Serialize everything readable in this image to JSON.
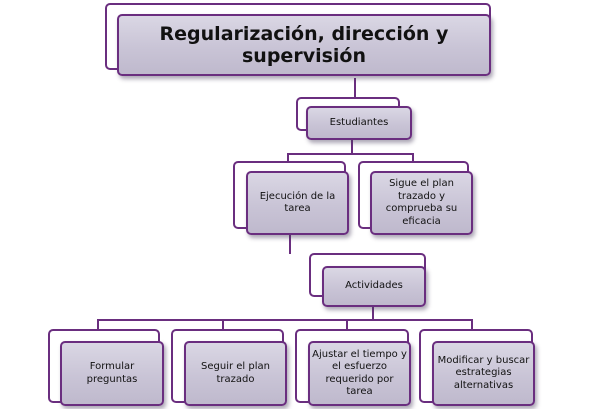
{
  "diagram": {
    "title": "Regularización, dirección y supervisión",
    "level1": "Estudiantes",
    "level2": [
      "Ejecución de la tarea",
      "Sigue el plan trazado y comprueba su eficacia"
    ],
    "level3": "Actividades",
    "level4": [
      "Formular preguntas",
      "Seguir el plan trazado",
      "Ajustar el tiempo y el esfuerzo requerido por tarea",
      "Modificar y buscar estrategias alternativas"
    ]
  },
  "colors": {
    "border": "#6a2e7f",
    "box_fill": "#cdc9d9",
    "line": "#6a2e7f"
  }
}
